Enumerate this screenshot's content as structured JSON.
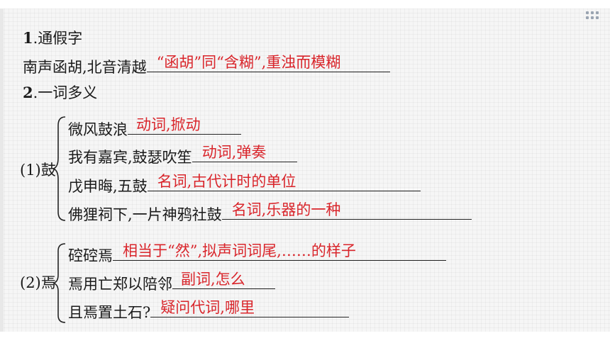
{
  "slide": {
    "tongjia": {
      "heading_num": "1",
      "heading_text": ".通假字",
      "sentence": "南声函胡,北音清越",
      "answer": "“函胡”同“含糊”,重浊而模糊"
    },
    "yiciduoyi": {
      "heading_num": "2",
      "heading_text": ".一词多义"
    },
    "groups": [
      {
        "label": "(1)鼓",
        "items": [
          {
            "sentence": "微风鼓浪",
            "answer": "动词,掀动"
          },
          {
            "sentence": "我有嘉宾,鼓瑟吹笙",
            "answer": "动词,弹奏"
          },
          {
            "sentence": "戊申晦,五鼓",
            "answer": "名词,古代计时的单位"
          },
          {
            "sentence": "佛狸祠下,一片神鸦社鼓",
            "answer": "名词,乐器的一种"
          }
        ]
      },
      {
        "label": "(2)焉",
        "items": [
          {
            "sentence": "硿硿焉",
            "answer": "相当于“然”,拟声词词尾,……的样子"
          },
          {
            "sentence": "焉用亡郑以陪邻",
            "answer": "副词,怎么"
          },
          {
            "sentence": "且焉置土石?",
            "answer": "疑问代词,哪里"
          }
        ]
      }
    ],
    "colors": {
      "answer": "#d9252b",
      "text": "#1a1a1a",
      "background": "#f6f6f6"
    }
  }
}
